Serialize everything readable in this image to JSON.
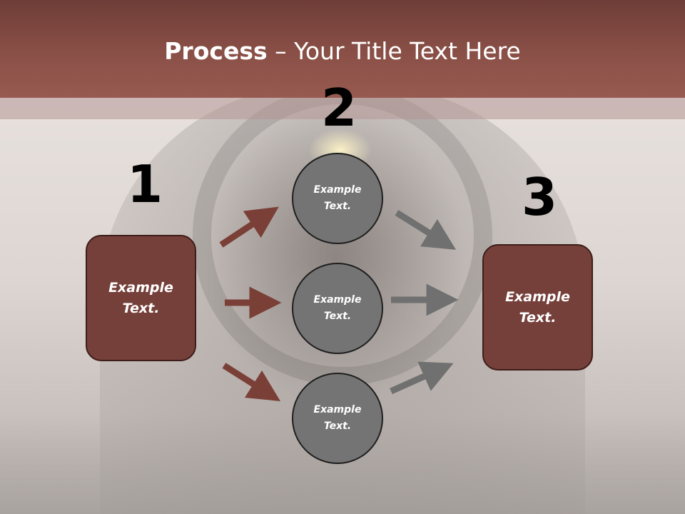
{
  "title": {
    "bold": "Process",
    "rest": " – Your Title Text Here"
  },
  "steps": {
    "one": "1",
    "two": "2",
    "three": "3"
  },
  "boxes": {
    "left": "Example\nText.",
    "right": "Example\nText."
  },
  "circles": {
    "top": "Example\nText.",
    "middle": "Example\nText.",
    "bottom": "Example\nText."
  },
  "colors": {
    "title_bar": "#8a5047",
    "box_fill": "#76403a",
    "circle_fill": "#747474",
    "arrow_left": "#7a3f37",
    "arrow_right": "#707070"
  }
}
